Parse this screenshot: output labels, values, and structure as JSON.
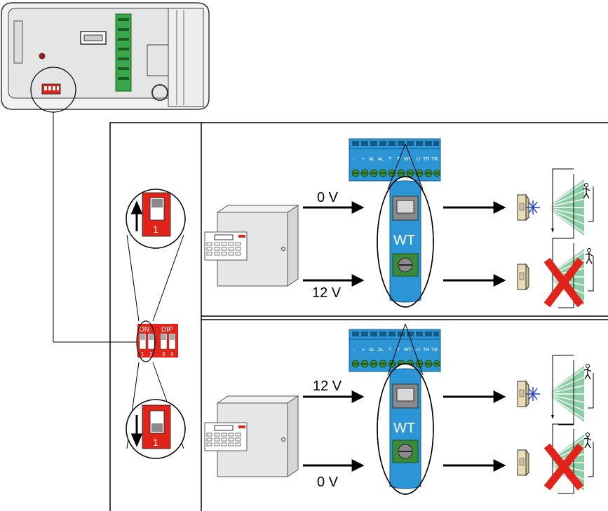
{
  "dip_switch": {
    "on_label": "ON",
    "dip_label": "DIP",
    "numbers": [
      "1",
      "2",
      "3",
      "4"
    ],
    "zoom_label": "1"
  },
  "scenarios": [
    {
      "upper_voltage": "0 V",
      "lower_voltage": "12 V",
      "switch_position": "up"
    },
    {
      "upper_voltage": "12 V",
      "lower_voltage": "0 V",
      "switch_position": "down"
    }
  ],
  "terminal_block": {
    "labels": [
      "-",
      "+",
      "AL",
      "AL",
      "T",
      "T",
      "WT",
      "U",
      "TR",
      "TR"
    ]
  },
  "terminal_zoom_label": "WT",
  "colors": {
    "dip_red": "#e2231a",
    "terminal_blue": "#2b95d6",
    "terminal_green": "#3a8a3a",
    "beam_green": "#7fc99a",
    "cross_red": "#e2231a",
    "led_blue": "#1a3fd6",
    "detector_beige": "#e9ddb8",
    "panel_gray": "#e6e6e6"
  },
  "icons": [
    "detector-pcb-icon",
    "control-panel-icon",
    "terminal-block-icon",
    "motion-detector-icon",
    "walking-person-icon",
    "red-cross-icon",
    "arrow-icon"
  ]
}
